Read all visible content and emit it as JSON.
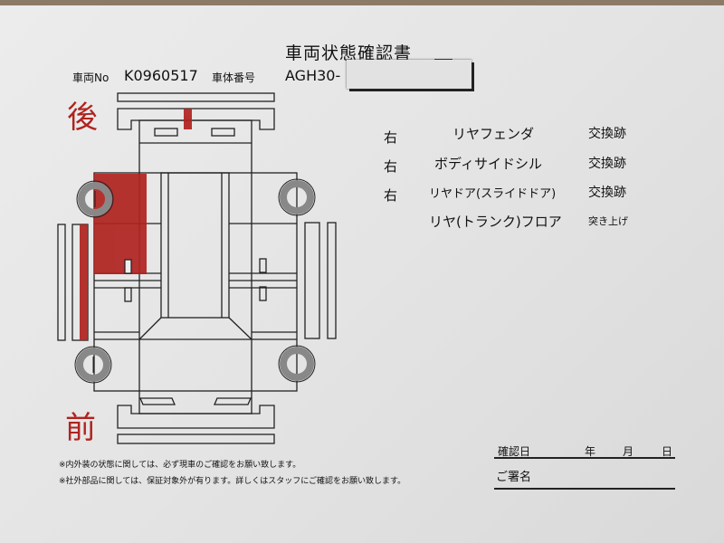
{
  "title": "車両状態確認書",
  "header": {
    "vehicle_no_label": "車両No",
    "vehicle_no": "K0960517",
    "chassis_label": "車体番号",
    "chassis_no": "AGH30-"
  },
  "diagram": {
    "rear_label": "後",
    "front_label": "前",
    "damage_color": "#b0231f"
  },
  "damage_list": [
    {
      "side": "右",
      "part": "リヤフェンダ",
      "status": "交換跡"
    },
    {
      "side": "右",
      "part": "ボディサイドシル",
      "status": "交換跡"
    },
    {
      "side": "右",
      "part": "リヤドア(スライドドア)",
      "status": "交換跡"
    },
    {
      "side": "",
      "part": "リヤ(トランク)フロア",
      "status": "突き上げ"
    }
  ],
  "notes": [
    "※内外装の状態に関しては、必ず現車のご確認をお願い致します。",
    "※社外部品に関しては、保証対象外が有ります。詳しくはスタッフにご確認をお願い致します。"
  ],
  "footer": {
    "confirm_date_label": "確認日",
    "year": "年",
    "month": "月",
    "day": "日",
    "signature_label": "ご署名"
  }
}
